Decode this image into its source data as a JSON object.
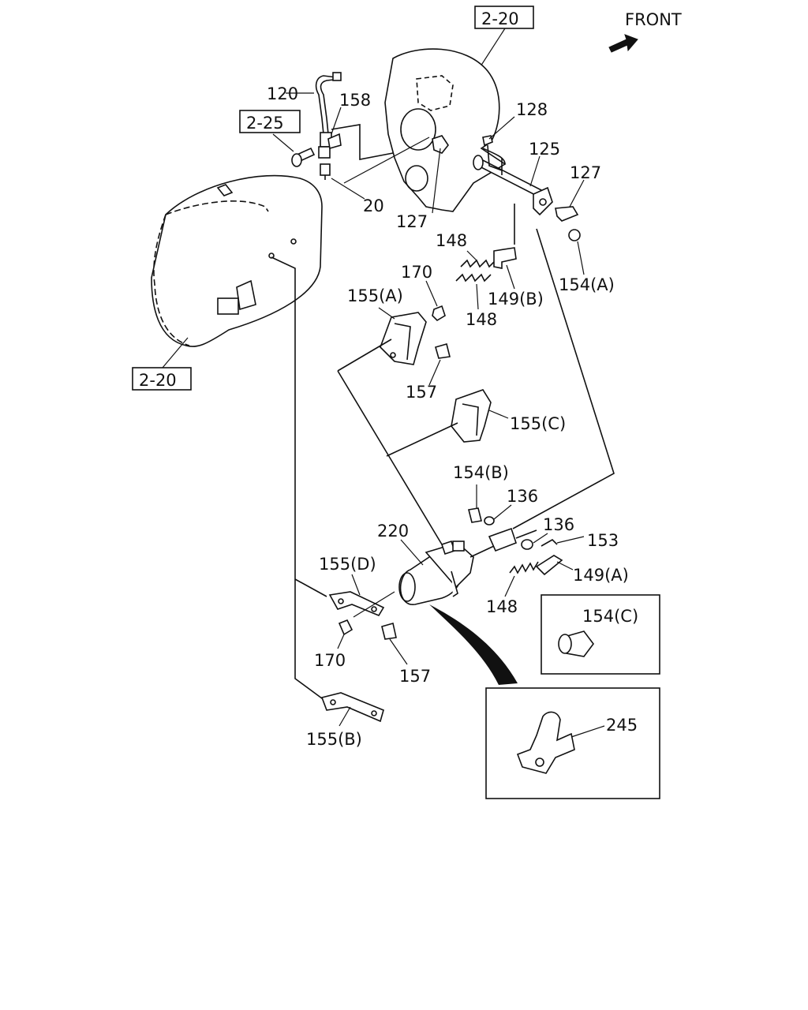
{
  "orientation": {
    "label": "FRONT"
  },
  "refs": {
    "r1": "2-20",
    "r2": "2-25",
    "r3": "2-20"
  },
  "labels": {
    "l120": "120",
    "l158": "158",
    "l128": "128",
    "l125": "125",
    "l127a": "127",
    "l127b": "127",
    "l20": "20",
    "l148a": "148",
    "l148b": "148",
    "l148c": "148",
    "l170a": "170",
    "l170b": "170",
    "l155a": "155(A)",
    "l155b": "155(B)",
    "l155c": "155(C)",
    "l155d": "155(D)",
    "l149a": "149(A)",
    "l149b": "149(B)",
    "l154a": "154(A)",
    "l154b": "154(B)",
    "l154c": "154(C)",
    "l157a": "157",
    "l157b": "157",
    "l136a": "136",
    "l136b": "136",
    "l153": "153",
    "l220": "220",
    "l245": "245"
  },
  "icons": {
    "front_arrow": "front-arrow-icon"
  }
}
